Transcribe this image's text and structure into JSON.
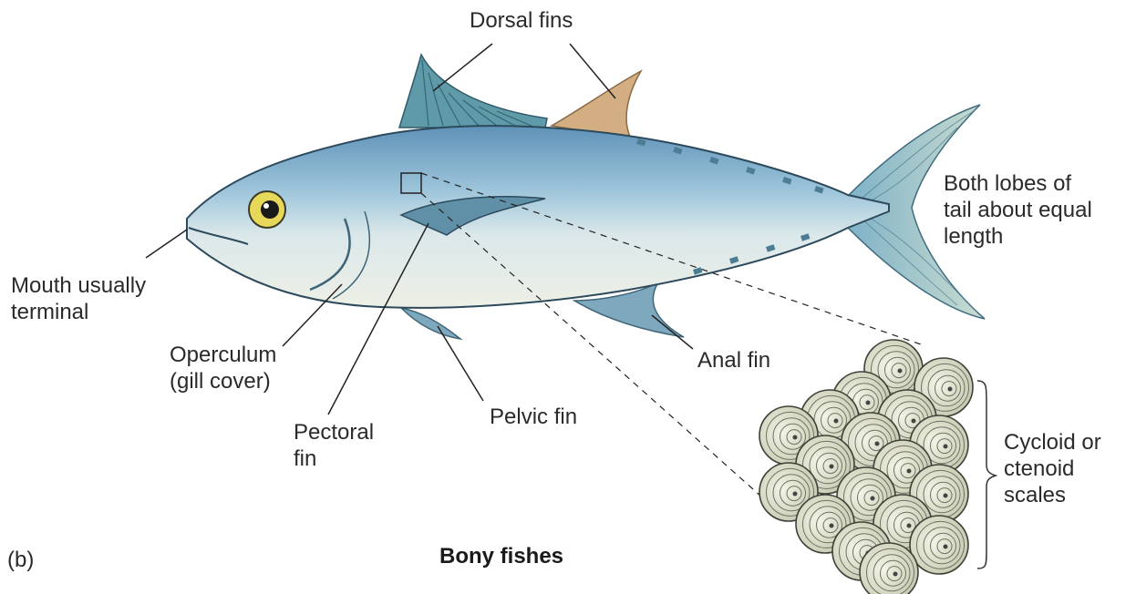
{
  "labels": {
    "dorsal_fins": "Dorsal fins",
    "tail": [
      "Both lobes of",
      "tail about equal",
      "length"
    ],
    "mouth": [
      "Mouth usually",
      "terminal"
    ],
    "operculum": [
      "Operculum",
      "(gill cover)"
    ],
    "pectoral": [
      "Pectoral",
      "fin"
    ],
    "pelvic": "Pelvic fin",
    "anal": "Anal fin",
    "scales": [
      "Cycloid or",
      "ctenoid",
      "scales"
    ]
  },
  "panel_letter": "(b)",
  "caption": "Bony fishes",
  "colors": {
    "body_top": "#7fb0cf",
    "body_mid": "#b9d6e4",
    "belly": "#e9eee4",
    "dorsal_fin_2": "#d2ae82",
    "fin_blue": "#6f9fb8",
    "eye": "#e8d85a",
    "scale_fill": "#d9dcc4",
    "scale_line": "#6e7265",
    "leader": "#222222"
  }
}
